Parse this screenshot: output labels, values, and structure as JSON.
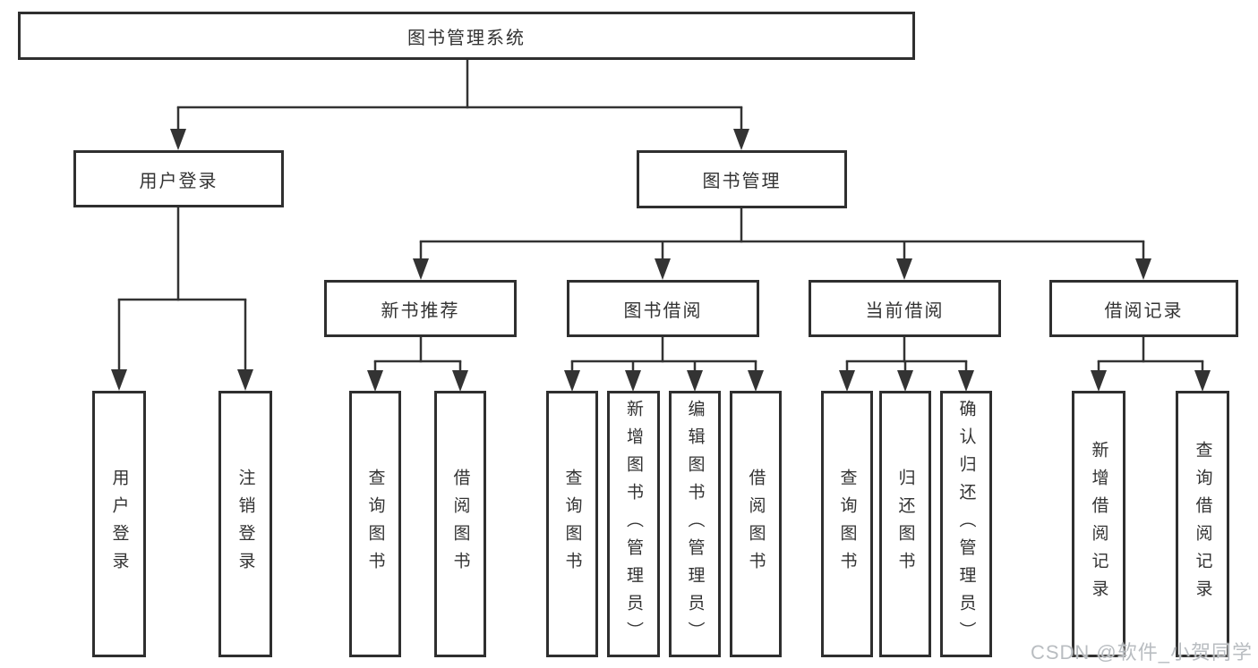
{
  "colors": {
    "line": "#333333",
    "box_border": "#2f2f2f",
    "box_fill": "#ffffff",
    "text": "#333333",
    "watermark": "#b9bdc1",
    "background": "#ffffff"
  },
  "watermark": {
    "text": "CSDN @软件_小贺同学"
  },
  "tree": {
    "root": {
      "label": "图书管理系统",
      "children": [
        {
          "label": "用户登录",
          "children": [
            {
              "label": "用户登录"
            },
            {
              "label": "注销登录"
            }
          ]
        },
        {
          "label": "图书管理",
          "children": [
            {
              "label": "新书推荐",
              "children": [
                {
                  "label": "查询图书"
                },
                {
                  "label": "借阅图书"
                }
              ]
            },
            {
              "label": "图书借阅",
              "children": [
                {
                  "label": "查询图书"
                },
                {
                  "label": "新增图书（管理员）"
                },
                {
                  "label": "编辑图书（管理员）"
                },
                {
                  "label": "借阅图书"
                }
              ]
            },
            {
              "label": "当前借阅",
              "children": [
                {
                  "label": "查询图书"
                },
                {
                  "label": "归还图书"
                },
                {
                  "label": "确认归还（管理员）"
                }
              ]
            },
            {
              "label": "借阅记录",
              "children": [
                {
                  "label": "新增借阅记录"
                },
                {
                  "label": "查询借阅记录"
                }
              ]
            }
          ]
        }
      ]
    }
  }
}
